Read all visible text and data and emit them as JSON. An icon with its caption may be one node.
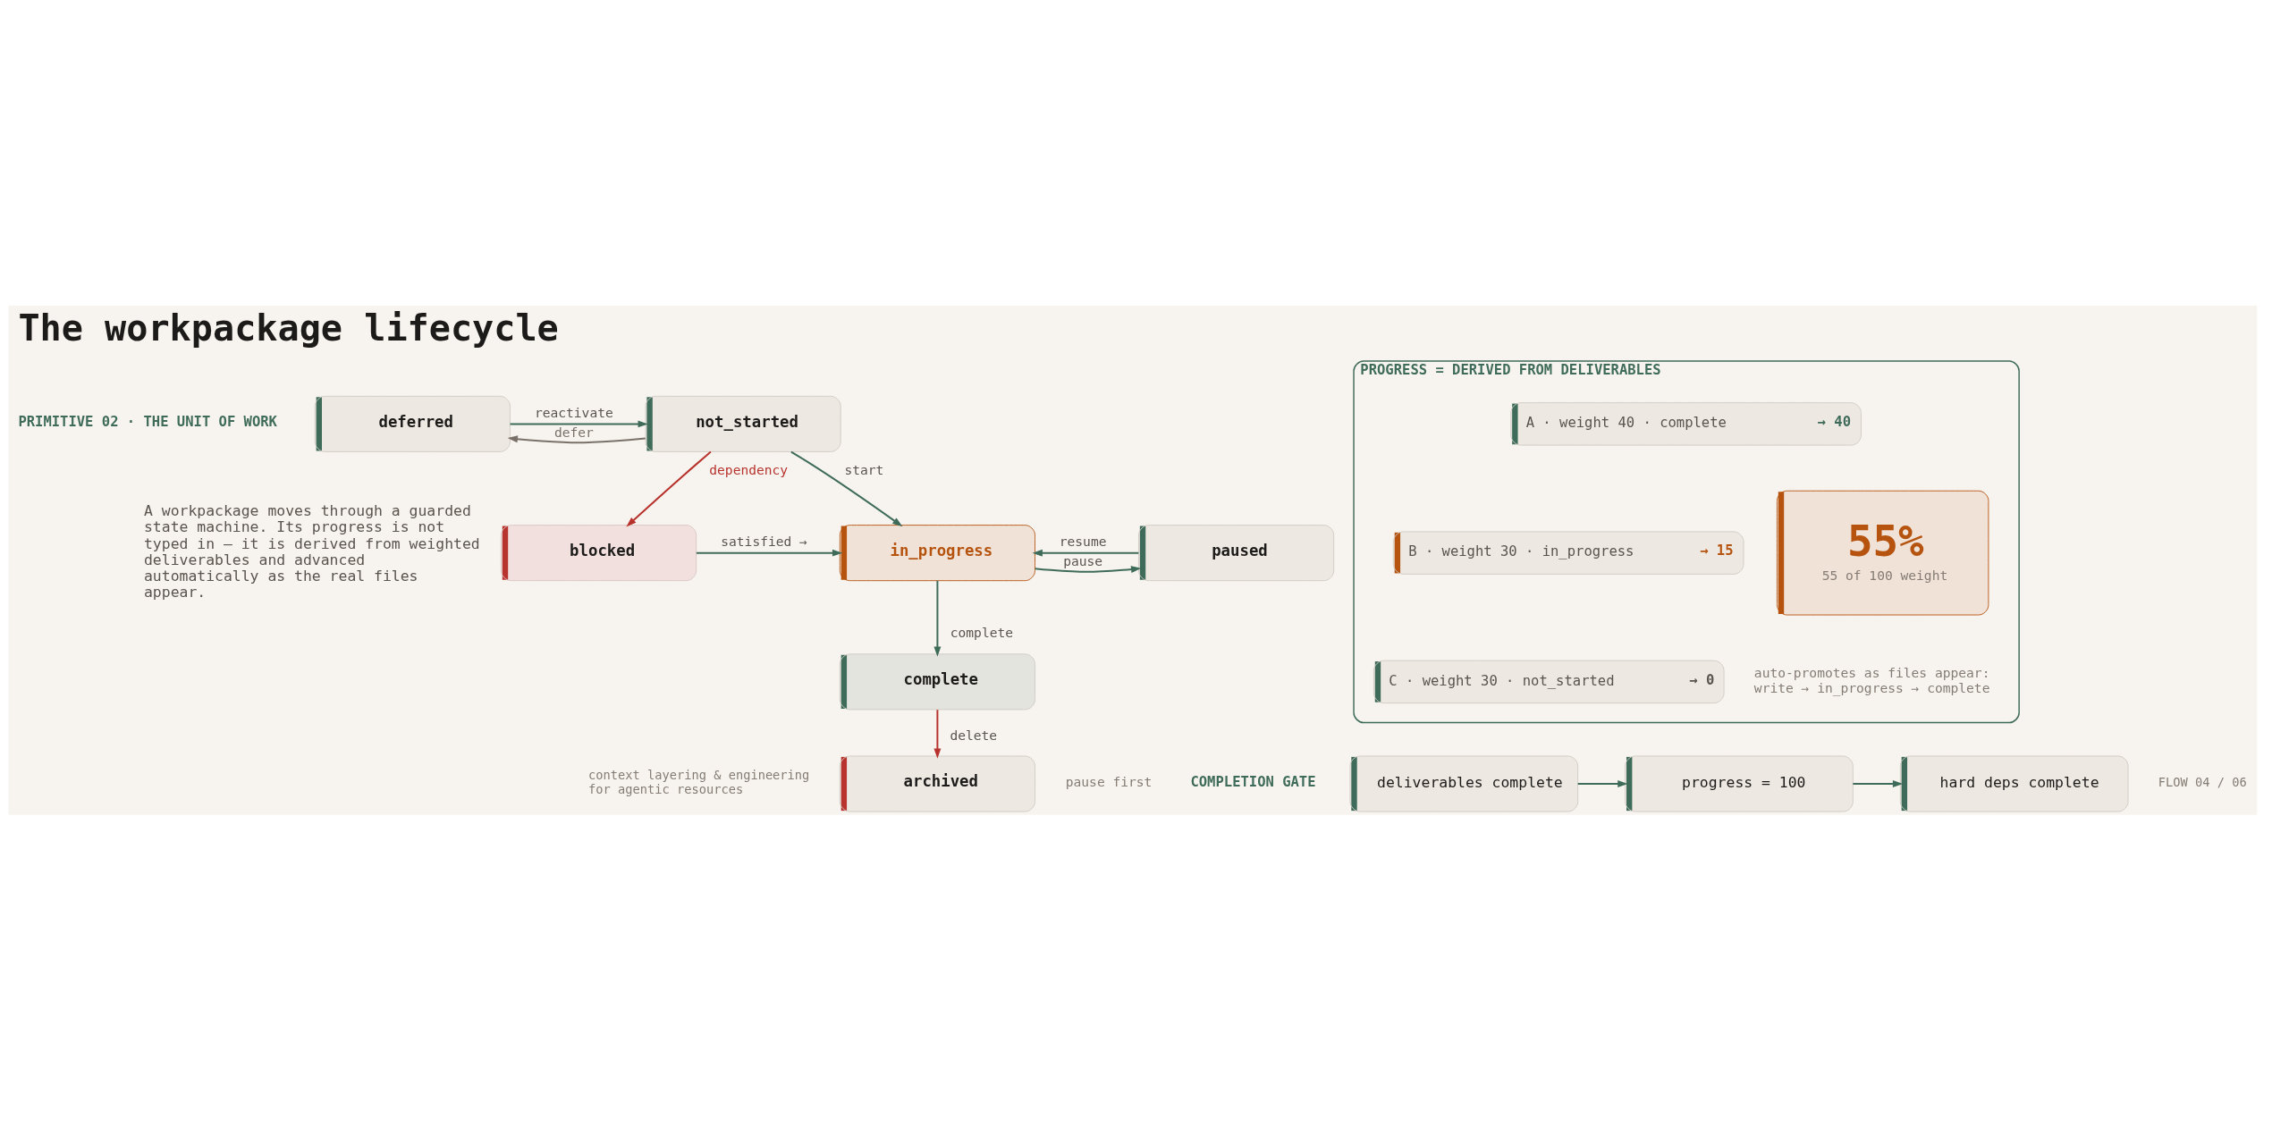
{
  "diagram": {
    "title": "The workpackage lifecycle",
    "nodes": [
      {
        "text": [
          "deferred"
        ]
      },
      {
        "text": [
          "not_started"
        ]
      },
      {
        "text": [
          "blocked"
        ]
      },
      {
        "text": [
          "in_progress"
        ]
      },
      {
        "text": [
          "paused"
        ]
      },
      {
        "text": [
          "complete"
        ]
      },
      {
        "text": [
          "archived"
        ]
      },
      {
        "text": [
          "PROGRESS = DERIVED FROM DELIVERABLES"
        ]
      },
      {
        "text": [
          "A · weight 40 · complete",
          "→ 40"
        ],
        "in": 7
      },
      {
        "text": [
          "B · weight 30 · in_progress",
          "→ 15"
        ],
        "in": 7
      },
      {
        "text": [
          "C · weight 30 · not_started",
          "→ 0"
        ],
        "in": 7
      },
      {
        "text": [
          "55%",
          "55 of 100 weight"
        ],
        "in": 7
      },
      {
        "text": [
          "deliverables complete"
        ]
      },
      {
        "text": [
          "progress = 100"
        ]
      },
      {
        "text": [
          "hard deps complete"
        ]
      }
    ],
    "edges": [
      {
        "from": 1,
        "to": 0,
        "arrow": "to",
        "label": "defer",
        "color": "#7a716a"
      },
      {
        "from": 0,
        "to": 1,
        "arrow": "to",
        "label": "reactivate"
      },
      {
        "from": 1,
        "to": 2,
        "arrow": "to",
        "label": "dependency",
        "color": "#b8332e"
      },
      {
        "from": 1,
        "to": 3,
        "arrow": "to",
        "label": "start"
      },
      {
        "from": 2,
        "to": 3,
        "arrow": "to",
        "label": "satisfied →"
      },
      {
        "from": 3,
        "to": 4,
        "arrow": "to",
        "label": "pause"
      },
      {
        "from": 4,
        "to": 3,
        "arrow": "to",
        "label": "resume"
      },
      {
        "from": 3,
        "to": 5,
        "arrow": "to",
        "label": "complete"
      },
      {
        "from": 5,
        "to": 6,
        "arrow": "to",
        "label": "delete",
        "color": "#b8332e"
      },
      {
        "from": 12,
        "to": 13,
        "arrow": "to"
      },
      {
        "from": 13,
        "to": 14,
        "arrow": "to"
      }
    ],
    "labels": [
      "PRIMITIVE 02 · THE UNIT OF WORK",
      "A workpackage moves through a guarded state machine. Its progress is not typed in — it is derived from weighted deliverables and advanced automatically as the real files appear.",
      "pause first",
      "auto-promotes as files appear: write → in_progress → complete",
      "COMPLETION GATE",
      "context layering & engineering for agentic resources",
      "FLOW 04 / 06"
    ]
  }
}
